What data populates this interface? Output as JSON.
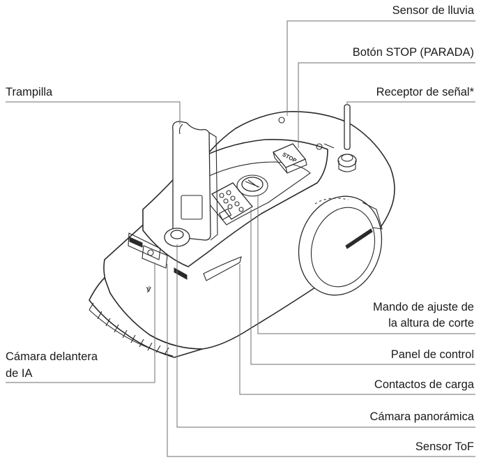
{
  "labels": {
    "rain_sensor": "Sensor de lluvia",
    "stop_button": "Botón STOP (PARADA)",
    "hatch": "Trampilla",
    "signal_receiver": "Receptor de señal*",
    "height_knob_line1": "Mando de ajuste de",
    "height_knob_line2": "la altura de corte",
    "control_panel": "Panel de control",
    "front_camera_line1": "Cámara delantera",
    "front_camera_line2": "de IA",
    "charging_contacts": "Contactos de carga",
    "panoramic_camera": "Cámara panorámica",
    "tof_sensor": "Sensor ToF"
  },
  "device_marks": {
    "stop_text": "STOP"
  }
}
